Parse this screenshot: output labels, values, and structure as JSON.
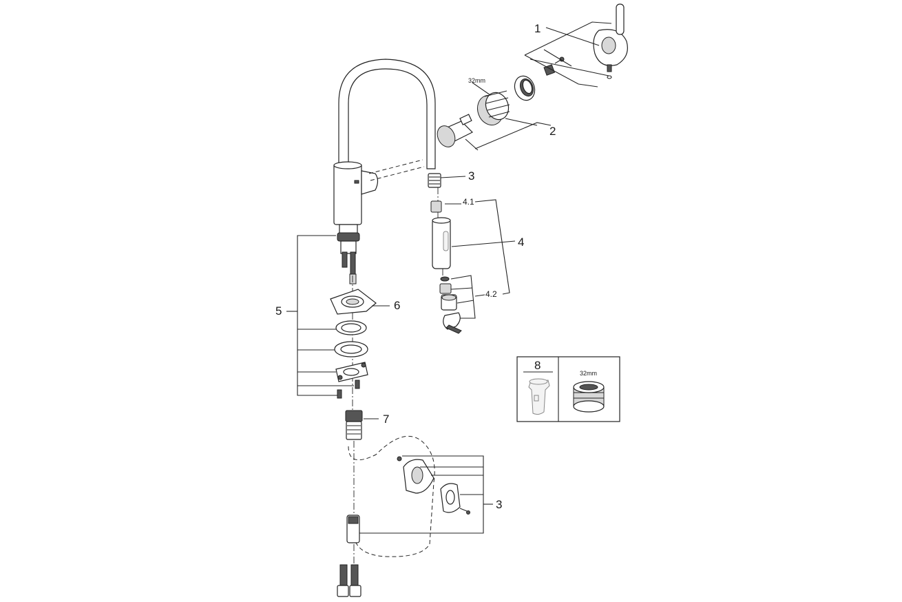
{
  "labels": {
    "part_1": "1",
    "part_2": "2",
    "part_3_top": "3",
    "part_4": "4",
    "part_4_1": "4.1",
    "part_4_2": "4.2",
    "part_5": "5",
    "part_6": "6",
    "part_7": "7",
    "part_3_bottom": "3",
    "part_8": "8",
    "dim_cartridge": "32mm",
    "dim_inset": "32mm"
  },
  "colors": {
    "line": "#222222",
    "fill_dark": "#555555",
    "fill_grey": "#d8d8d8",
    "background": "#ffffff"
  }
}
